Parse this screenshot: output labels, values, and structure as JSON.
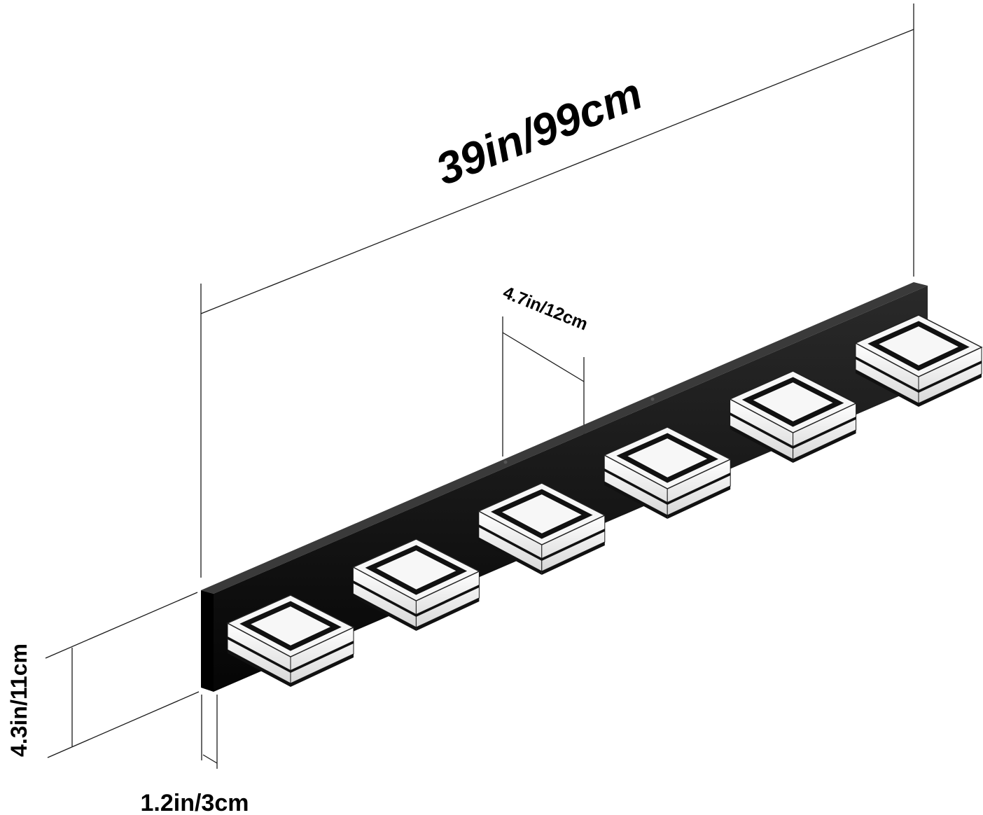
{
  "dimensions": {
    "total_length": "39in/99cm",
    "light_spacing": "4.7in/12cm",
    "height": "4.3in/11cm",
    "depth": "1.2in/3cm"
  },
  "product": {
    "light_count": 6,
    "base_color": "#111111",
    "light_color": "#f4f4f4",
    "line_color": "#222222"
  }
}
